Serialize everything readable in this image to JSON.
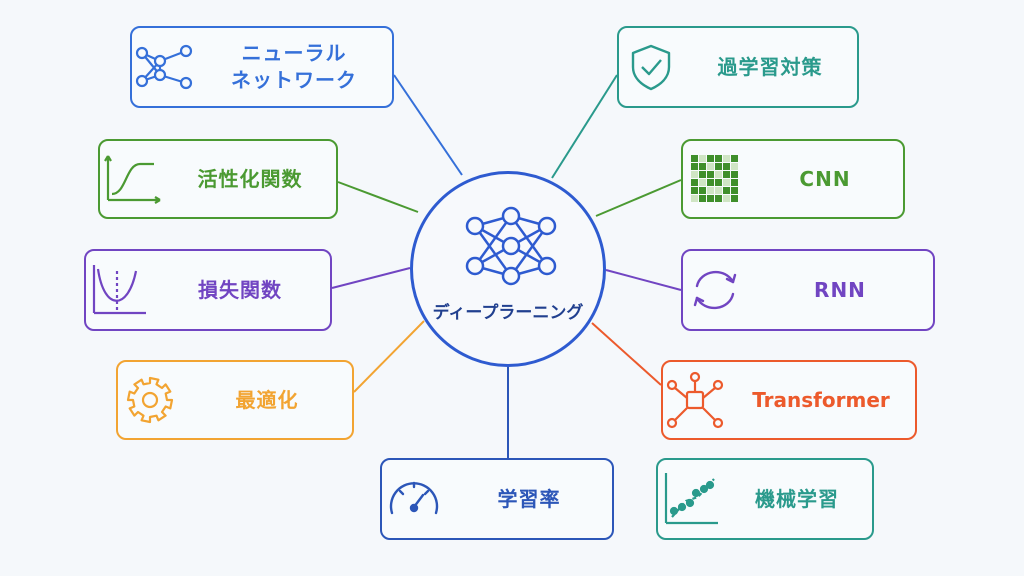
{
  "center": {
    "label": "ディープラーニング",
    "icon": "neural-network-icon",
    "color": "#2e5bd0"
  },
  "nodes": [
    {
      "id": "neural-network",
      "lines": [
        "ニューラル",
        "ネットワーク"
      ],
      "icon": "network-graph-icon",
      "color": "#3570d9"
    },
    {
      "id": "overfitting",
      "lines": [
        "過学習対策"
      ],
      "icon": "shield-check-icon",
      "color": "#2a9a8c"
    },
    {
      "id": "activation",
      "lines": [
        "活性化関数"
      ],
      "icon": "sigmoid-curve-icon",
      "color": "#4b9a32"
    },
    {
      "id": "cnn",
      "lines": [
        "CNN"
      ],
      "icon": "grid-icon",
      "color": "#4b9a32"
    },
    {
      "id": "loss",
      "lines": [
        "損失関数"
      ],
      "icon": "loss-curve-icon",
      "color": "#7145c2"
    },
    {
      "id": "rnn",
      "lines": [
        "RNN"
      ],
      "icon": "cycle-arrows-icon",
      "color": "#7145c2"
    },
    {
      "id": "optimization",
      "lines": [
        "最適化"
      ],
      "icon": "gear-icon",
      "color": "#f2a432"
    },
    {
      "id": "transformer",
      "lines": [
        "Transformer"
      ],
      "icon": "attention-hub-icon",
      "color": "#ec5a2c"
    },
    {
      "id": "learning-rate",
      "lines": [
        "学習率"
      ],
      "icon": "gauge-icon",
      "color": "#2c56b8"
    },
    {
      "id": "machine-learning",
      "lines": [
        "機械学習"
      ],
      "icon": "trend-chart-icon",
      "color": "#2a9a8c"
    }
  ]
}
